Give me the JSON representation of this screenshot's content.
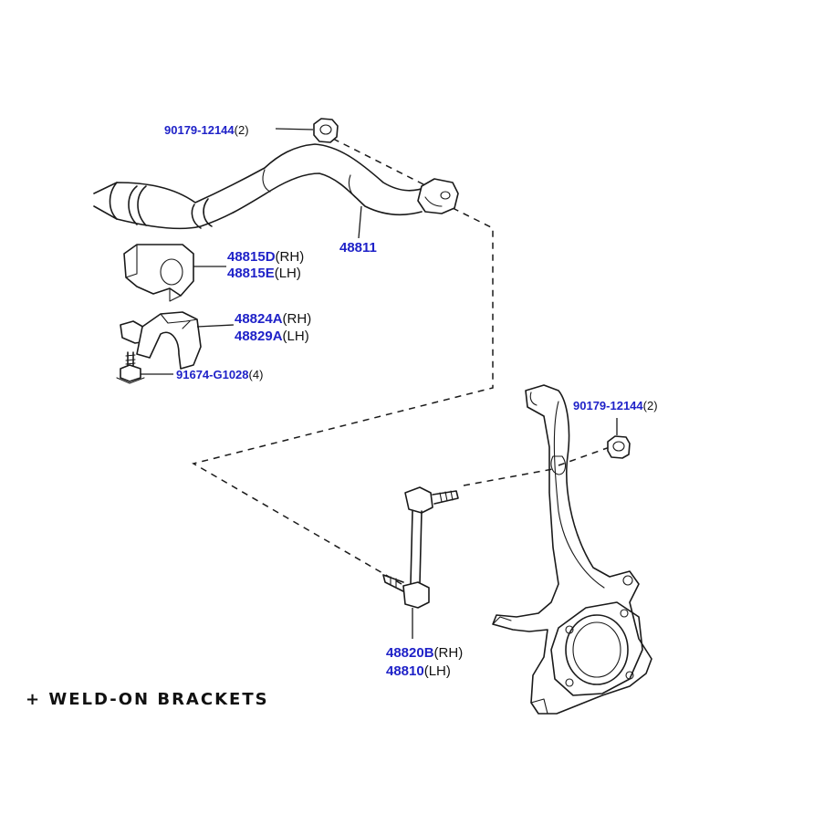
{
  "labels": {
    "nut_top": {
      "part": "90179-12144",
      "qty": "(2)"
    },
    "stabilizer_bar": {
      "part": "48811"
    },
    "bushing_rh": {
      "part": "48815D",
      "side": "(RH)"
    },
    "bushing_lh": {
      "part": "48815E",
      "side": "(LH)"
    },
    "bracket_rh": {
      "part": "48824A",
      "side": "(RH)"
    },
    "bracket_lh": {
      "part": "48829A",
      "side": "(LH)"
    },
    "bolt": {
      "part": "91674-G1028",
      "qty": "(4)"
    },
    "nut_knuckle": {
      "part": "90179-12144",
      "qty": "(2)"
    },
    "link_rh": {
      "part": "48820B",
      "side": "(RH)"
    },
    "link_lh": {
      "part": "48810",
      "side": "(LH)"
    }
  },
  "caption": "+ WELD-ON BRACKETS",
  "colors": {
    "part_number": "#1f22c8",
    "line": "#1a1a1a"
  }
}
